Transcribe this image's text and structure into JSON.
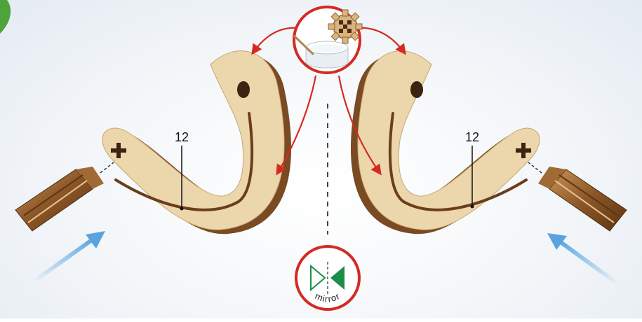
{
  "parts": {
    "left_label": "12",
    "right_label": "12"
  },
  "mirror_badge": {
    "label": "mirror"
  },
  "colors": {
    "wood_light": "#ecd6ac",
    "wood_dark": "#7a4a22",
    "arrow_red": "#d42a22",
    "arrow_blue": "#5aa3de",
    "mirror_green": "#1b8f4a",
    "badge_ring": "#d42a22",
    "corner_step": "#4fa33c"
  },
  "icons": {
    "glue_icon": "glue-pot-with-stick-and-gear",
    "mirror_icon": "mirror-symmetry-triangles"
  }
}
